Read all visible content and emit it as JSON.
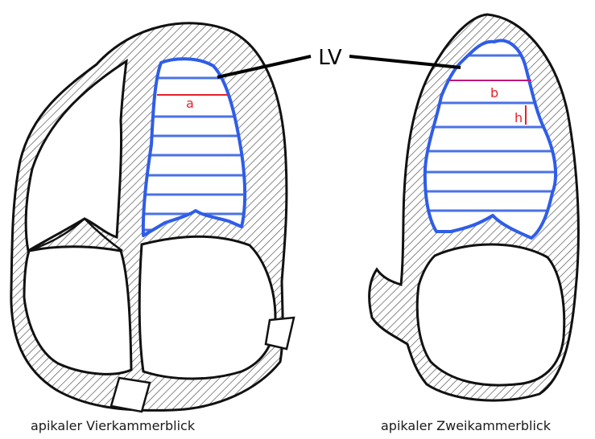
{
  "labels": {
    "lv": "LV",
    "dim_a": "a",
    "dim_b": "b",
    "dim_h": "h"
  },
  "captions": {
    "four_chamber": "apikaler Vierkammerblick",
    "two_chamber": "apikaler Zweikammerblick"
  },
  "colors": {
    "lv_outline": "#2f5de8",
    "disc_lines": "#4a72e6",
    "dimension": "#e8202a",
    "wall_outline": "#111111",
    "hatch": "#555555"
  }
}
